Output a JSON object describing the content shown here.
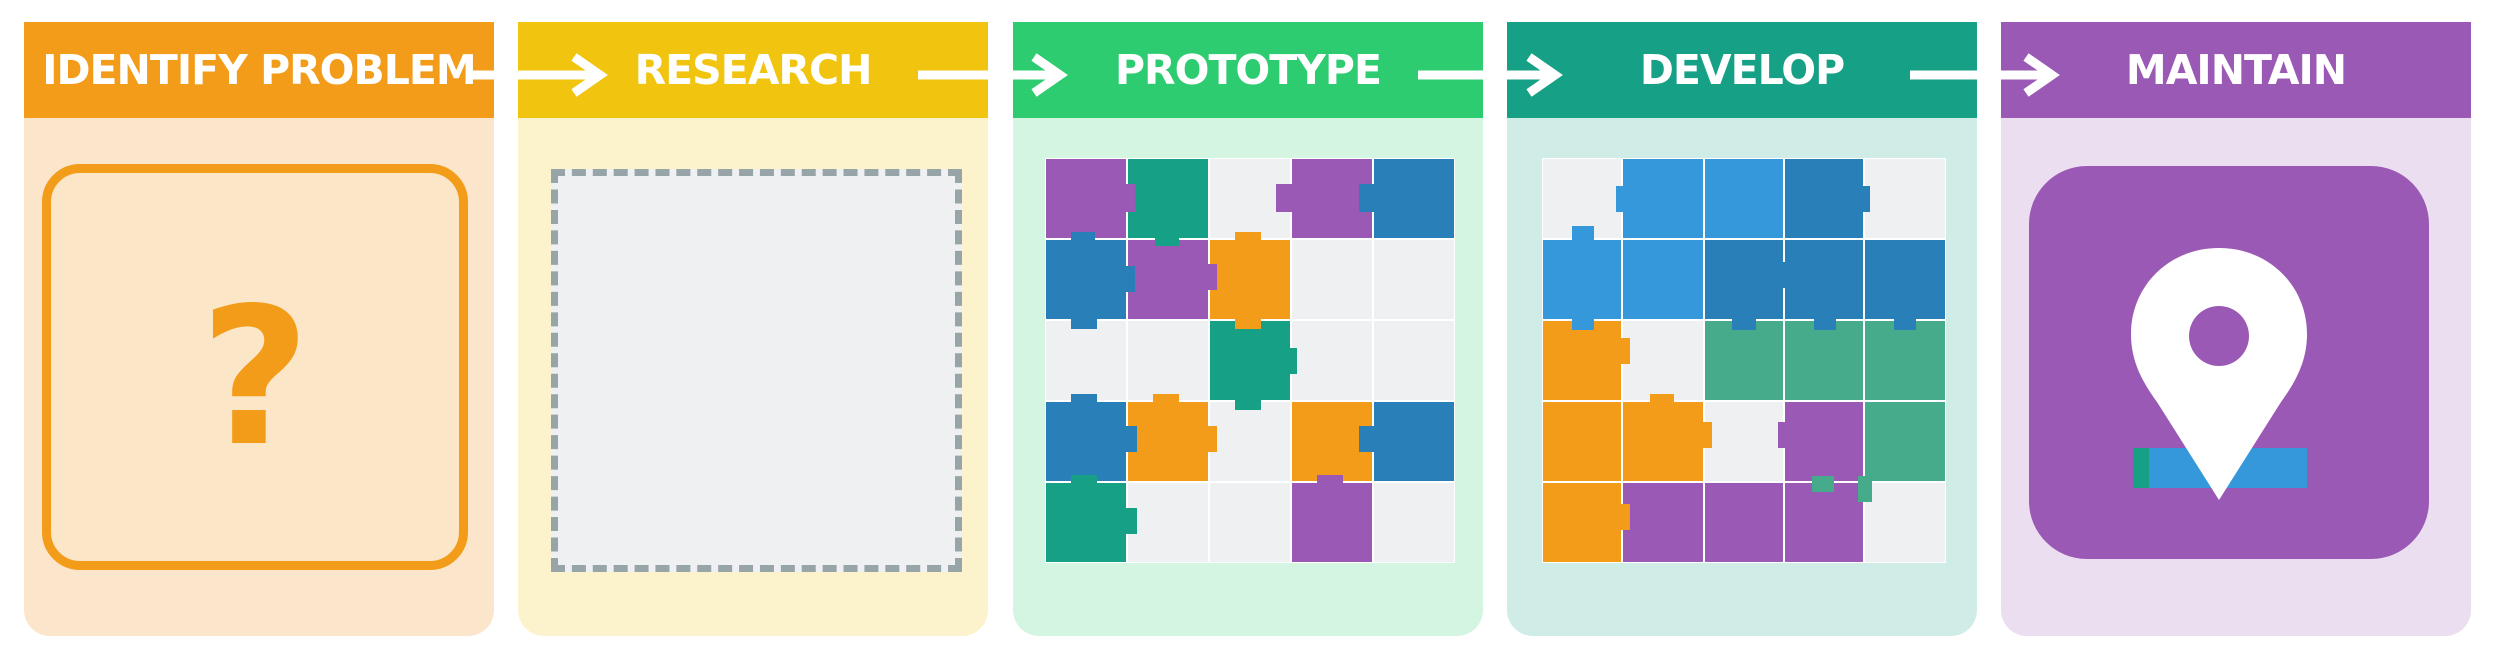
{
  "stages": [
    {
      "title": "IDENTIFY PROBLEM",
      "header_color": "#f39c19",
      "body_color": "#fbe6cb",
      "icon": "question-mark-icon",
      "symbol": "?"
    },
    {
      "title": "RESEARCH",
      "header_color": "#f1c40f",
      "body_color": "#fcf2cc",
      "icon": "dashed-frame-icon"
    },
    {
      "title": "PROTOTYPE",
      "header_color": "#2ecc71",
      "body_color": "#d5f5e3",
      "icon": "scattered-puzzle-icon"
    },
    {
      "title": "DEVELOP",
      "header_color": "#16a085",
      "body_color": "#d0ece7",
      "icon": "assembled-puzzle-icon"
    },
    {
      "title": "MAINTAIN",
      "header_color": "#9b59b6",
      "body_color": "#ebdef0",
      "icon": "map-pin-icon"
    }
  ],
  "colors": {
    "puzzle_purple": "#9b59b6",
    "puzzle_teal": "#16a085",
    "puzzle_blue": "#2980b9",
    "puzzle_light_blue": "#3498db",
    "puzzle_orange": "#f39c19",
    "puzzle_green": "#45ab8a",
    "puzzle_blank": "#eef0f2",
    "arrow": "#ffffff"
  }
}
